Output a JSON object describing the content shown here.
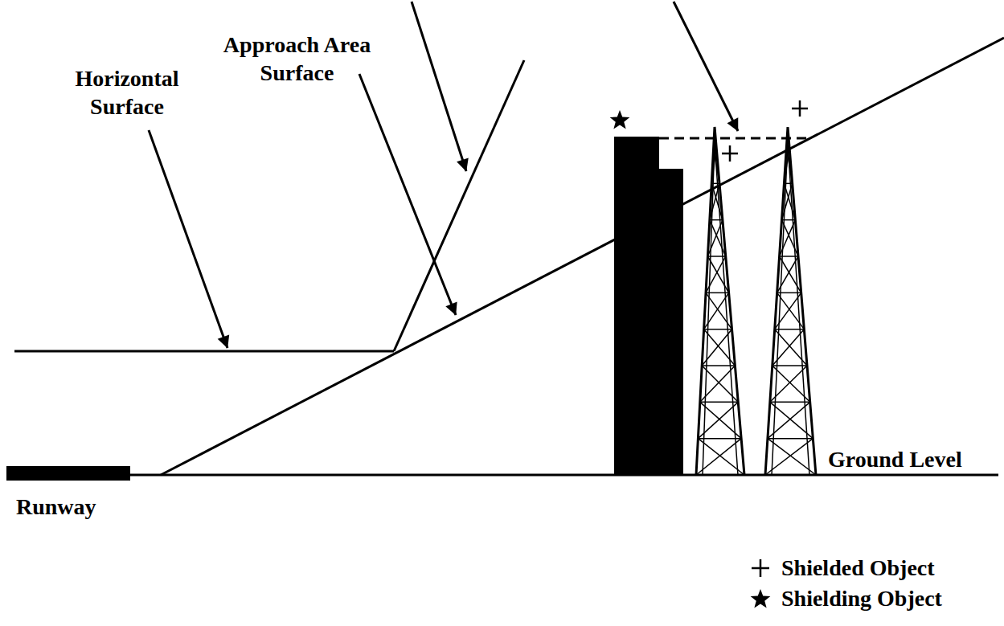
{
  "diagram": {
    "labels": [
      "Approach Area Surface",
      "Horizontal Surface",
      "Ground Level",
      "Runway"
    ],
    "legend": [
      {
        "text": "Shielded Object"
      },
      {
        "text": "Shielding Object"
      }
    ]
  }
}
